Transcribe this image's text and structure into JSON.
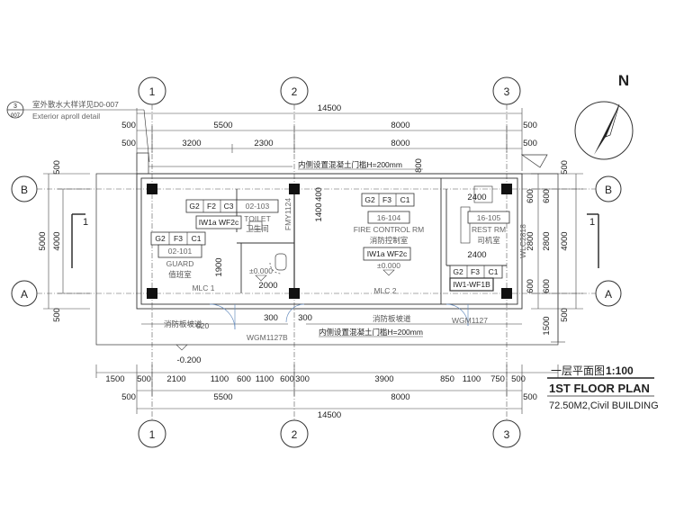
{
  "grid": {
    "columns": [
      "1",
      "2",
      "3"
    ],
    "rows": [
      "B",
      "A"
    ]
  },
  "north": "N",
  "callout": {
    "num": "3",
    "sheet": "007",
    "cn": "室外散水大样详见D0-007",
    "en": "Exterior aproll detail"
  },
  "dims": {
    "top_total": "14500",
    "top_bays": [
      "5500",
      "8000"
    ],
    "top_ends": [
      "500",
      "500",
      "500",
      "500"
    ],
    "top_detail": [
      "3200",
      "2300",
      "8000"
    ],
    "bottom_detail": [
      "1500",
      "500",
      "2100",
      "1100",
      "600",
      "1100",
      "600",
      "300",
      "3900",
      "850",
      "1100",
      "750",
      "500"
    ],
    "bottom_bays": [
      "500",
      "5500",
      "8000",
      "500"
    ],
    "bottom_total": "14500",
    "left_outer": [
      "500",
      "5000",
      "500"
    ],
    "left_inner": "4000",
    "right_outer": [
      "500",
      "4000",
      "500"
    ],
    "right_mid": [
      "600",
      "2800",
      "600"
    ],
    "right_inner": [
      "600",
      "2800",
      "600"
    ],
    "right_tail": "1500",
    "interior": [
      "1900",
      "2000",
      "300",
      "300",
      "800",
      "1400",
      "400",
      "2400",
      "2400"
    ]
  },
  "rooms": {
    "guard": {
      "tags": [
        "G2",
        "F3",
        "C1"
      ],
      "code": "02-101",
      "en": "GUARD",
      "cn": "值班室"
    },
    "toilet": {
      "tags": [
        "G2",
        "F2",
        "C3"
      ],
      "code": "02-103",
      "en": "TOILET",
      "cn": "卫生间",
      "wall_tag": "IW1a WF2c"
    },
    "fire": {
      "tags": [
        "G2",
        "F3",
        "C1"
      ],
      "code": "16-104",
      "en": "FIRE CONTROL RM",
      "cn": "消防控制室",
      "wall_tag": "IW1a WF2c"
    },
    "rest": {
      "code": "16-105",
      "en": "REST RM",
      "cn": "司机室",
      "tags": [
        "G2",
        "F3",
        "C1"
      ],
      "wall_tag": "IW1-WF1B"
    }
  },
  "annotations": {
    "curb_top": "内侧设置混凝土门槛H=200mm",
    "curb_bottom": "内侧设置混凝土门槛H=200mm",
    "ramp_left": "消防板坡道",
    "ramp_mid": "消防板坡道",
    "elev_toilet": "±0.000",
    "elev_fire": "±0.000",
    "elev_out": "-0.200",
    "mlc1": "MLC 1",
    "mlc2": "MLC 2",
    "door_left": "WGM1127B",
    "door_right": "WGM1127",
    "door_frag": "020",
    "window_right": "WLC2818",
    "window_mid": "FMY1124",
    "section_left": "1",
    "section_right": "1"
  },
  "title": {
    "cn": "一层平面图",
    "scale": "1:100",
    "en": "1ST FLOOR PLAN",
    "sub": "72.50M2,Civil BUILDING"
  }
}
